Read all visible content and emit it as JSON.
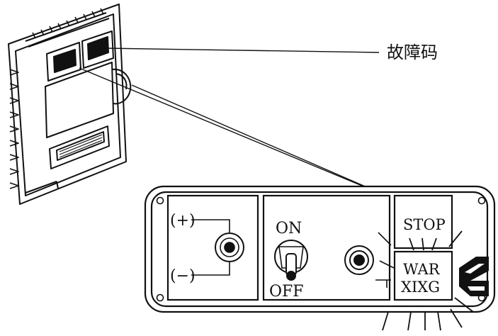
{
  "callout": {
    "label": "故障码"
  },
  "panel": {
    "plus_label": "(+)",
    "minus_label": "(−)",
    "switch_on_label": "ON",
    "switch_off_label": "OFF",
    "stop_lamp_label": "STOP",
    "war_lamp_line1": "WAR",
    "war_lamp_line2": "XIXG"
  }
}
